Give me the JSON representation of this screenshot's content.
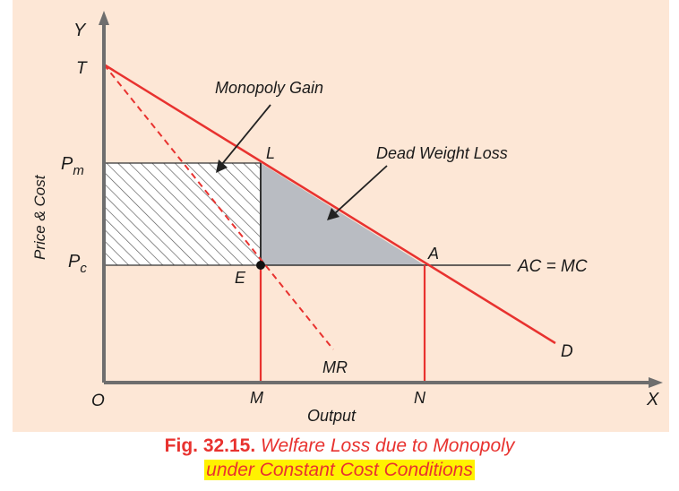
{
  "diagram": {
    "background": "#fde7d6",
    "demand_color": "#e8322f",
    "axis_color": "#6e6e6e",
    "deadweight_fill": "#b9bcc2",
    "labels": {
      "y_axis": "Y",
      "x_axis": "X",
      "y_axis_title": "Price & Cost",
      "x_axis_title": "Output",
      "origin": "O",
      "T": "T",
      "Pm_base": "P",
      "Pm_sub": "m",
      "Pc_base": "P",
      "Pc_sub": "c",
      "L": "L",
      "E": "E",
      "A": "A",
      "M": "M",
      "N": "N",
      "D": "D",
      "MR": "MR",
      "ac_mc": "AC = MC",
      "monopoly_gain": "Monopoly Gain",
      "dead_weight_loss": "Dead Weight Loss"
    }
  },
  "caption": {
    "fig_number": "Fig. 32.15.",
    "line1": "Welfare Loss due to Monopoly",
    "line2": "under Constant Cost Conditions"
  }
}
